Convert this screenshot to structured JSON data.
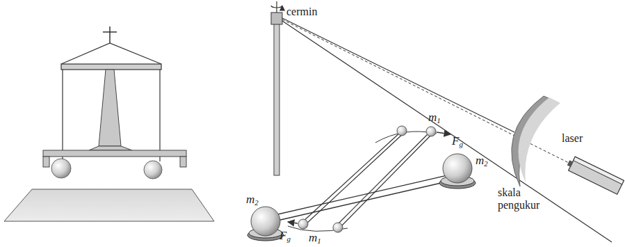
{
  "diagram": {
    "labels": [
      "cermin",
      "m1",
      "Fg",
      "m2",
      "laser",
      "skala pengukur",
      "m2",
      "Fg",
      "m1"
    ]
  }
}
